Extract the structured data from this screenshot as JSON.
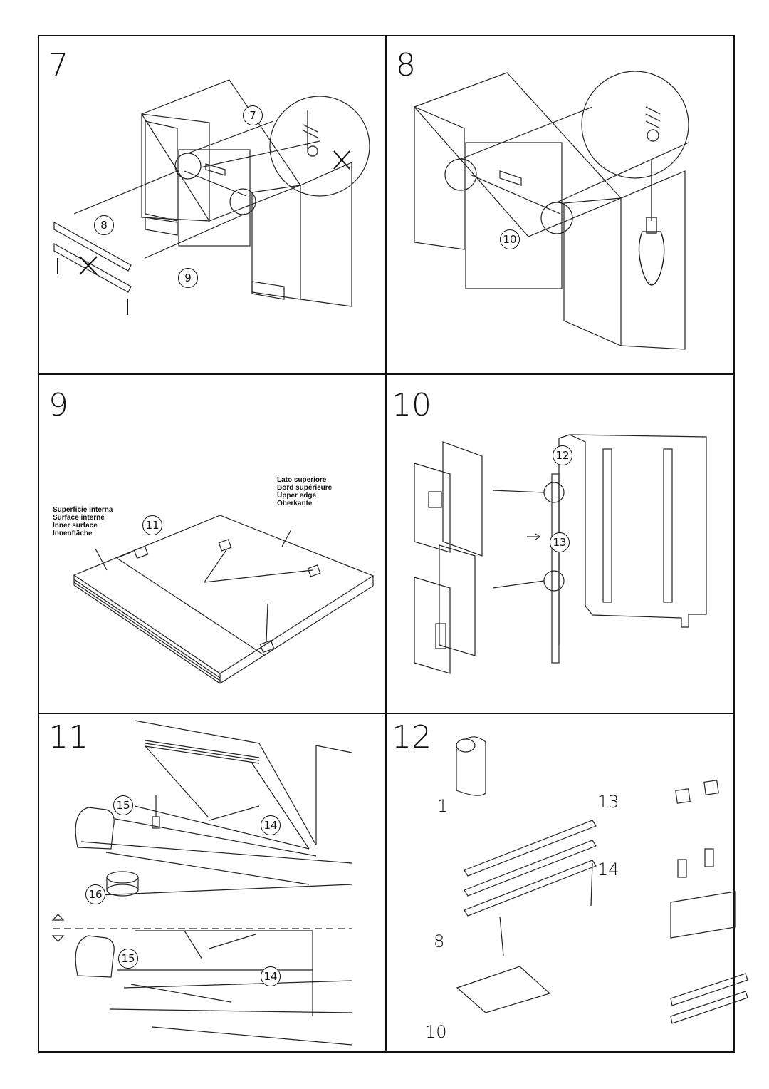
{
  "steps": [
    {
      "number": "7",
      "callouts": [
        "7",
        "8",
        "9"
      ]
    },
    {
      "number": "8",
      "callouts": [
        "10"
      ]
    },
    {
      "number": "9",
      "callouts": [
        "11"
      ],
      "inner_label": [
        "Superficie interna",
        "Surface interne",
        "Inner surface",
        "Innenfläche"
      ],
      "upper_label": [
        "Lato superiore",
        "Bord supérieure",
        "Upper edge",
        "Oberkante"
      ]
    },
    {
      "number": "10",
      "callouts": [
        "12",
        "13"
      ]
    },
    {
      "number": "11",
      "callouts": [
        "15",
        "14",
        "16",
        "15",
        "14"
      ]
    },
    {
      "number": "12",
      "parts": [
        "1",
        "13",
        "14",
        "8",
        "10"
      ]
    }
  ],
  "icons": [
    "screw-icon",
    "cross-mark-icon",
    "screwdriver-icon",
    "drill-icon",
    "brush-icon",
    "pencil-icon",
    "tape-roll-icon",
    "triangle-up-icon",
    "triangle-down-icon"
  ]
}
